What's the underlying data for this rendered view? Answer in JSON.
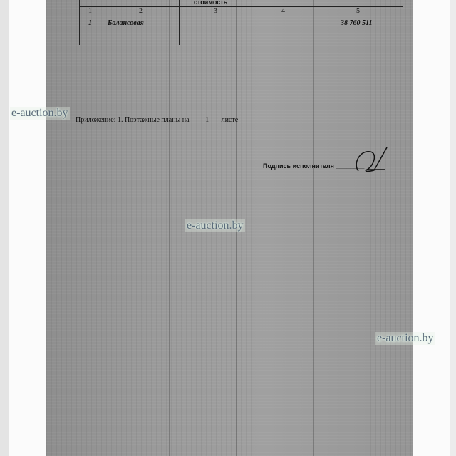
{
  "table": {
    "header_fragment": "стоимость",
    "column_numbers": [
      "1",
      "2",
      "3",
      "4",
      "5"
    ],
    "row": {
      "num": "1",
      "type": "Балансовая",
      "value": "38 760 511"
    }
  },
  "appendix": {
    "text": "Приложение: 1. Поэтажные планы на ____1___ листе"
  },
  "signature": {
    "label": "Подпись исполнителя ________"
  },
  "watermarks": [
    "e-auction.by",
    "e-auction.by",
    "e-auction.by"
  ]
}
